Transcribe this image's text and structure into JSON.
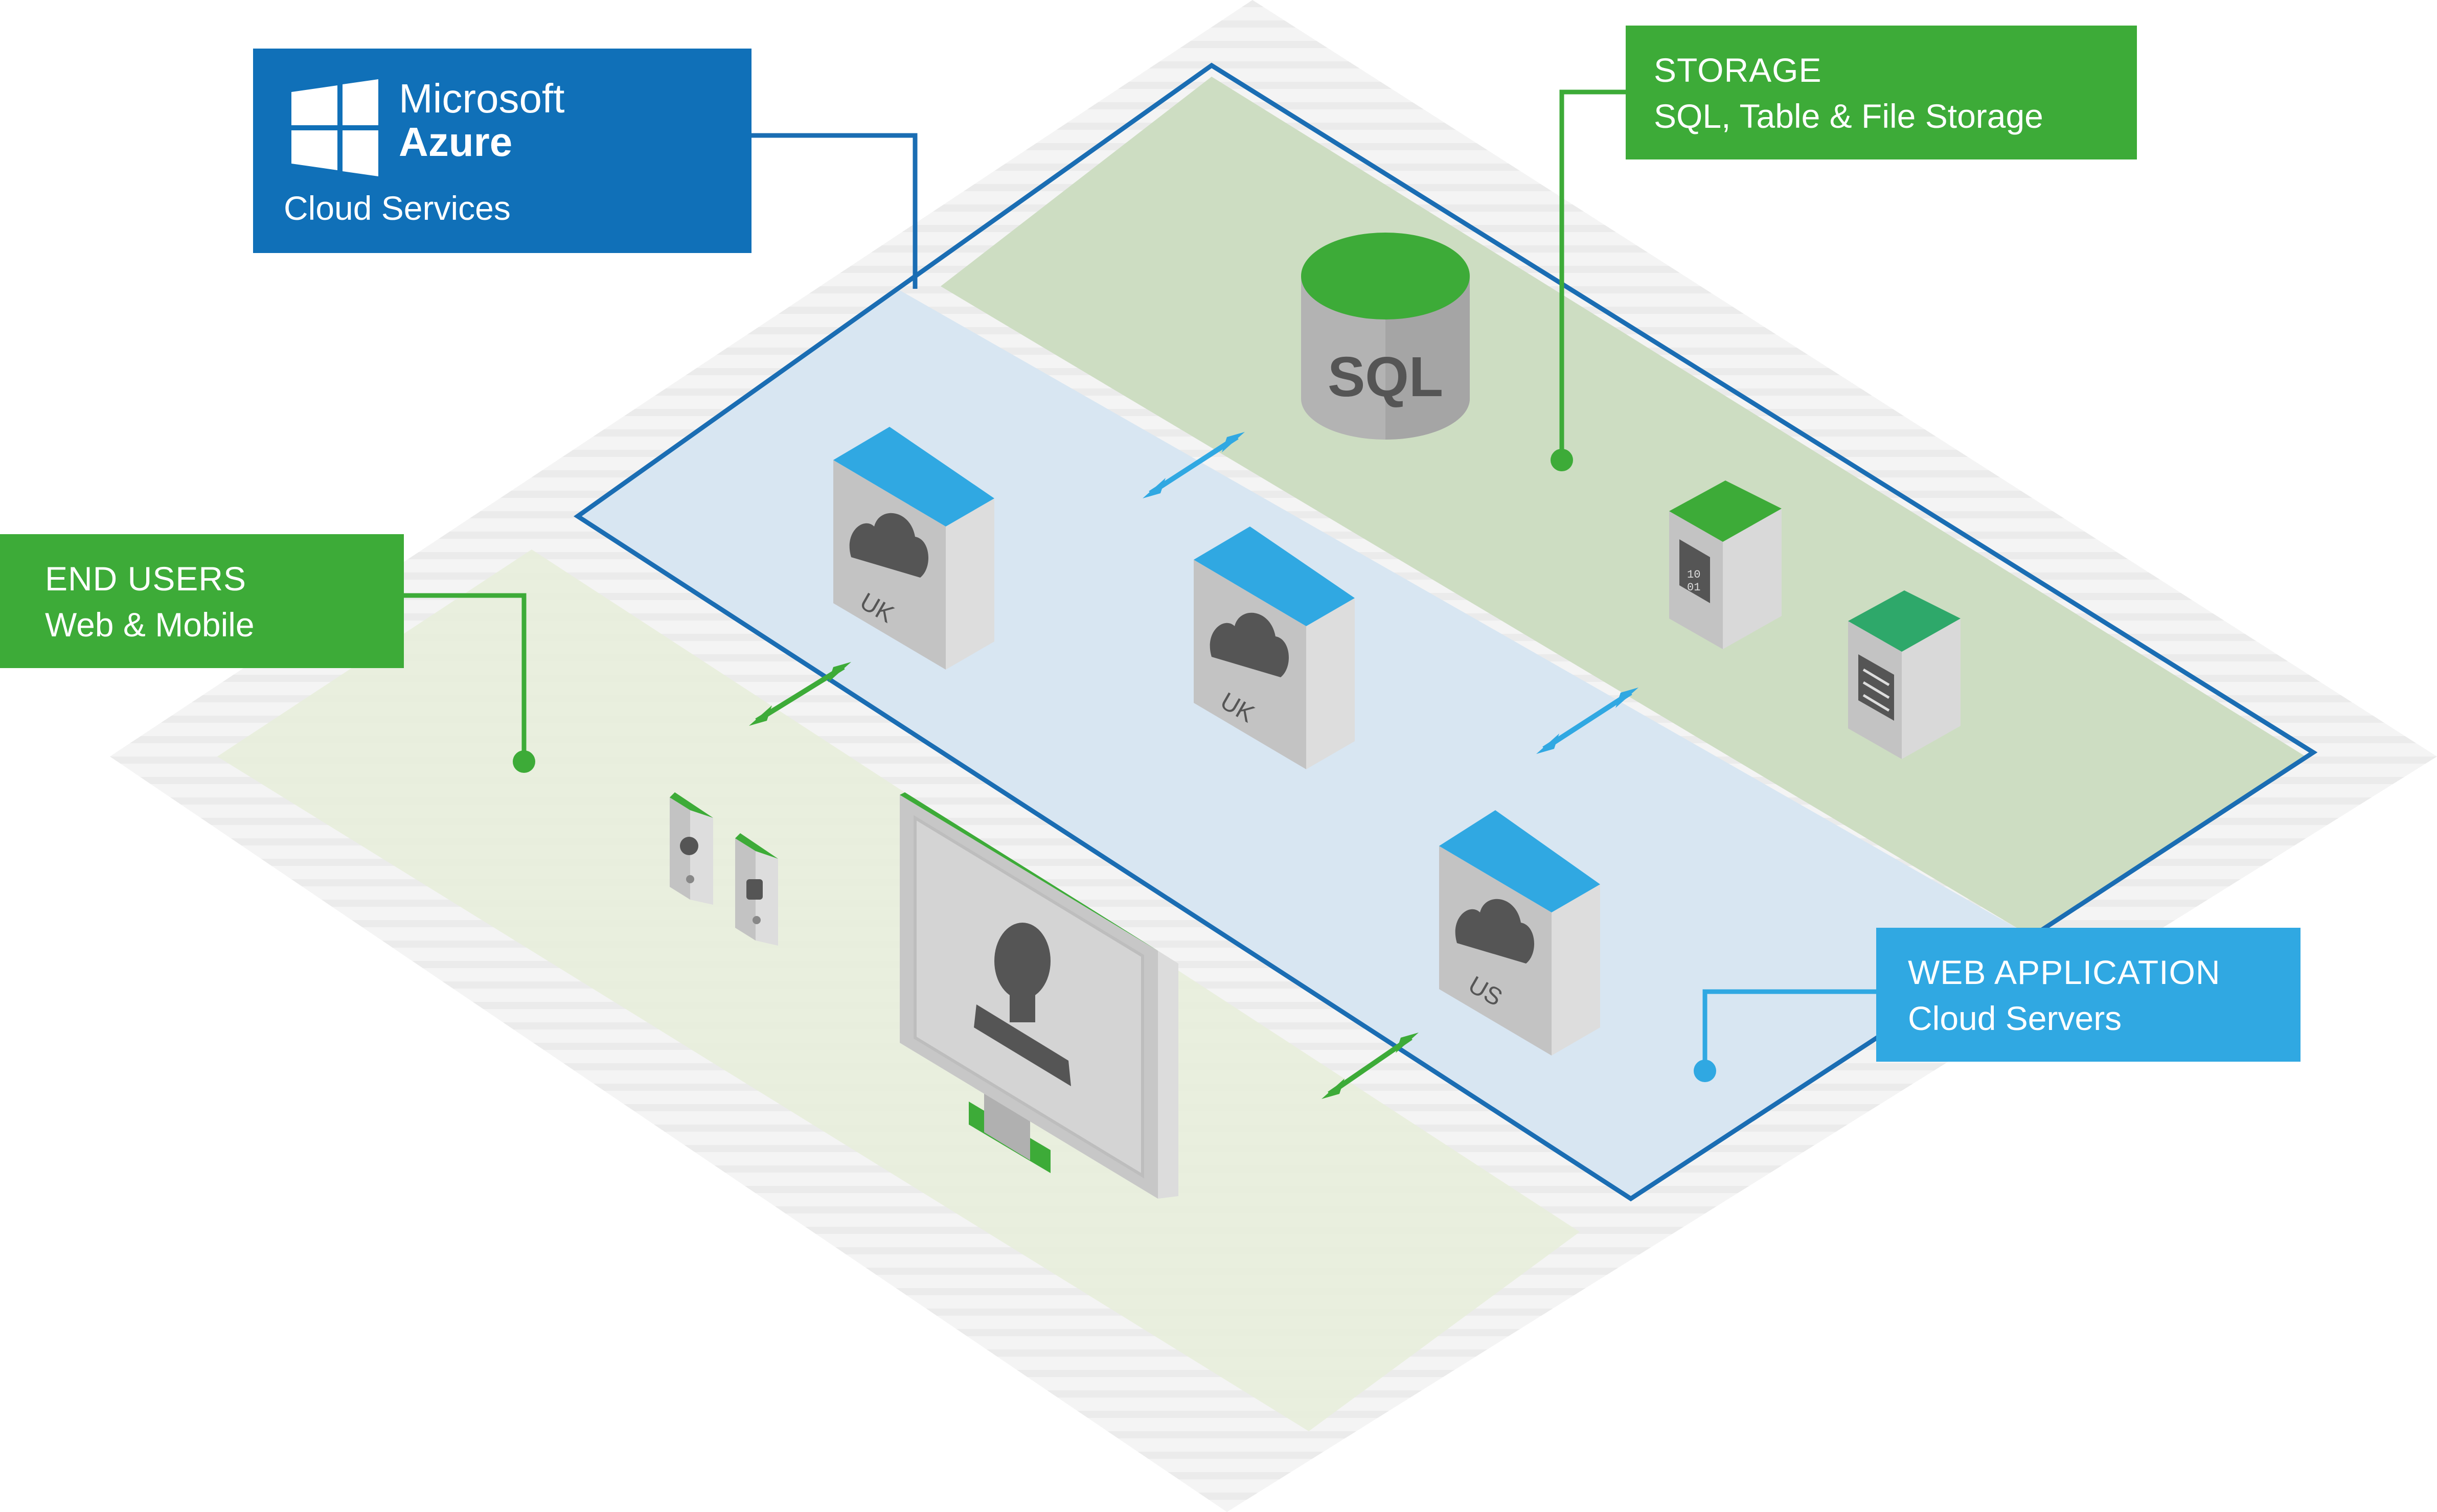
{
  "azure": {
    "microsoft": "Microsoft",
    "azure": "Azure",
    "cloud_services": "Cloud Services"
  },
  "storage": {
    "title": "STORAGE",
    "subtitle": "SQL, Table & File Storage"
  },
  "end_users": {
    "title": "END USERS",
    "subtitle": "Web & Mobile"
  },
  "web_app": {
    "title": "WEB APPLICATION",
    "subtitle": "Cloud Servers"
  },
  "database": {
    "label": "SQL"
  },
  "servers": [
    {
      "region": "UK"
    },
    {
      "region": "UK"
    },
    {
      "region": "US"
    }
  ],
  "colors": {
    "azure_blue": "#1070b8",
    "green": "#3dab38",
    "sky_blue": "#30a8e2",
    "server_gray": "#c8c8c8"
  }
}
